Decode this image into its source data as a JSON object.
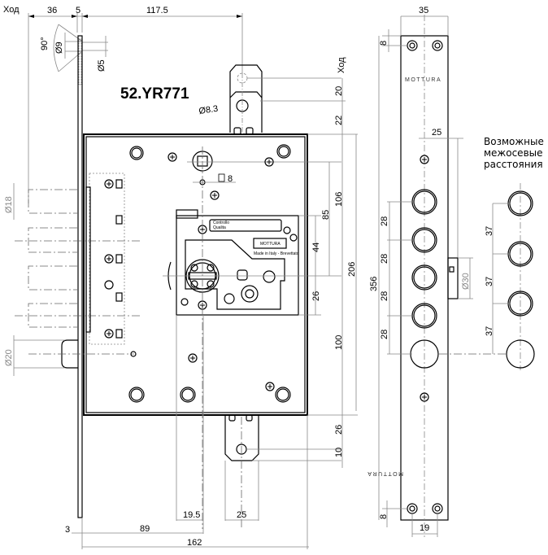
{
  "title": "52.YR771",
  "stroke_label": "Ход",
  "stroke_label_vertical": "Ход",
  "brand_top": "MOTTURA",
  "brand_bottom": "MOTTURA",
  "note": [
    "Возможные",
    "межосевые",
    "расстояния"
  ],
  "control_label": [
    "Controllo",
    "Qualita"
  ],
  "made_in": "Made in Italy - Brevettato",
  "dimensions": {
    "top": {
      "d36": "36",
      "d5": "5",
      "d117_5": "117.5",
      "angle": "90°",
      "dia9": "Ø9",
      "dia5": "Ø5",
      "dia8_3": "Ø8.3",
      "sq8": "8"
    },
    "right_vertical": {
      "d20": "20",
      "d22": "22",
      "d85": "85",
      "d106": "106",
      "d44": "44",
      "d206": "206",
      "d26a": "26",
      "d100": "100",
      "d26b": "26",
      "d10": "10"
    },
    "left": {
      "dia18": "Ø18",
      "dia20": "Ø20"
    },
    "bottom": {
      "d3": "3",
      "d89": "89",
      "d162": "162",
      "d19_5": "19.5",
      "d25": "25"
    },
    "faceplate": {
      "d35": "35",
      "d8top": "8",
      "d25": "25",
      "d356": "356",
      "d28a": "28",
      "d28b": "28",
      "d28c": "28",
      "d28d": "28",
      "dia30": "Ø30",
      "d8bottom": "8",
      "d19": "19"
    },
    "spacing": {
      "d37a": "37",
      "d37b": "37",
      "d37c": "37"
    }
  }
}
